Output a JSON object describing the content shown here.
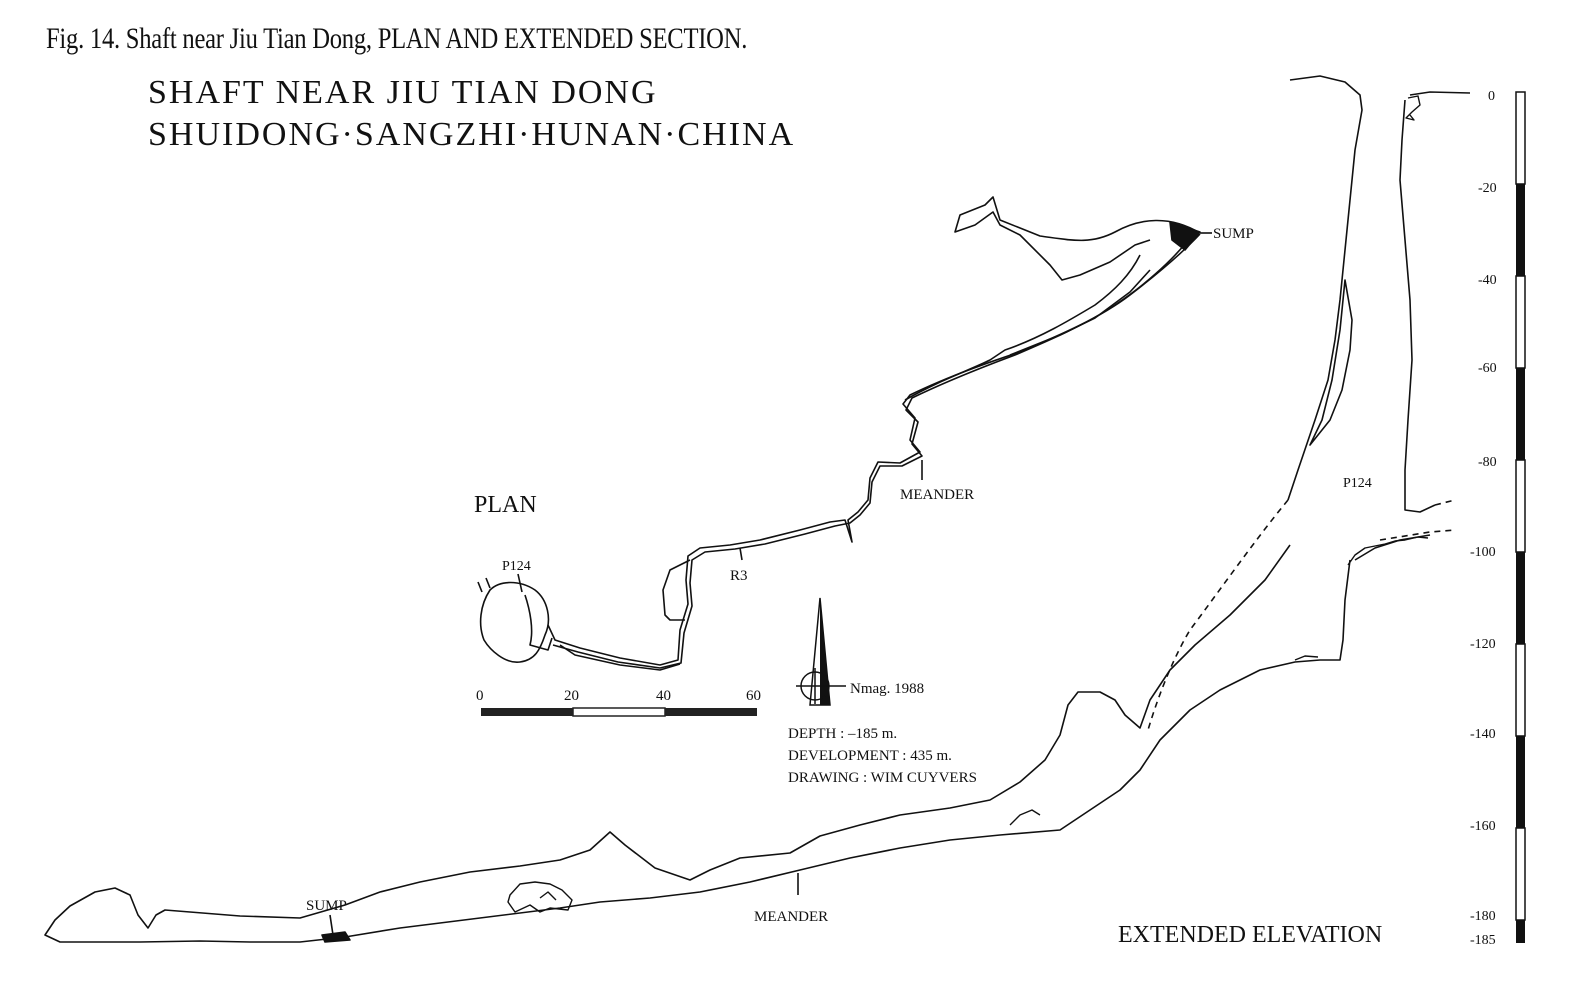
{
  "figure": {
    "caption": "Fig. 14. Shaft near Jiu Tian Dong, PLAN AND EXTENDED SECTION.",
    "title_line1": "SHAFT NEAR JIU TIAN DONG",
    "title_line2": "SHUIDONG·SANGZHI·HUNAN·CHINA"
  },
  "plan": {
    "label": "PLAN",
    "annotations": {
      "sump": "SUMP",
      "meander": "MEANDER",
      "r3": "R3",
      "p124": "P124"
    },
    "scale_bar": {
      "ticks": [
        "0",
        "20",
        "40",
        "60"
      ]
    },
    "north_arrow": {
      "label": "Nmag. 1988"
    }
  },
  "info": {
    "depth": "DEPTH : –185 m.",
    "development": "DEVELOPMENT : 435 m.",
    "drawing": "DRAWING : WIM CUYVERS"
  },
  "elevation": {
    "label": "EXTENDED ELEVATION",
    "annotations": {
      "sump": "SUMP",
      "meander": "MEANDER",
      "p124": "P124"
    },
    "depth_scale": {
      "ticks": [
        "0",
        "-20",
        "-40",
        "-60",
        "-80",
        "-100",
        "-120",
        "-140",
        "-160",
        "-180",
        "-185"
      ]
    }
  }
}
